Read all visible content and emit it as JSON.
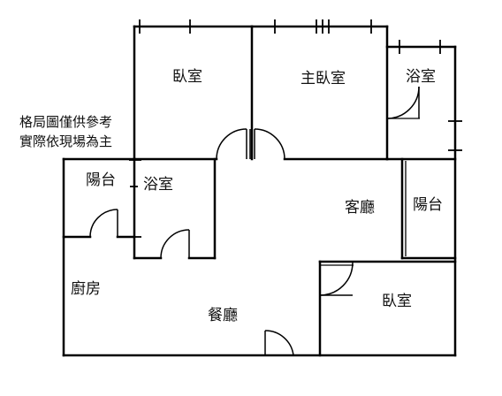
{
  "rooms": {
    "bedroom_top": "臥室",
    "master_bedroom": "主臥室",
    "bath_top_right": "浴室",
    "balcony_left": "陽台",
    "bath_middle": "浴室",
    "living_room": "客廳",
    "balcony_right": "陽台",
    "kitchen": "廚房",
    "dining_room": "餐廳",
    "bedroom_bottom": "臥室"
  },
  "note": {
    "line1": "格局圖僅供參考",
    "line2": "實際依現場為主"
  },
  "colors": {
    "wall": "#000000",
    "background": "#ffffff"
  }
}
